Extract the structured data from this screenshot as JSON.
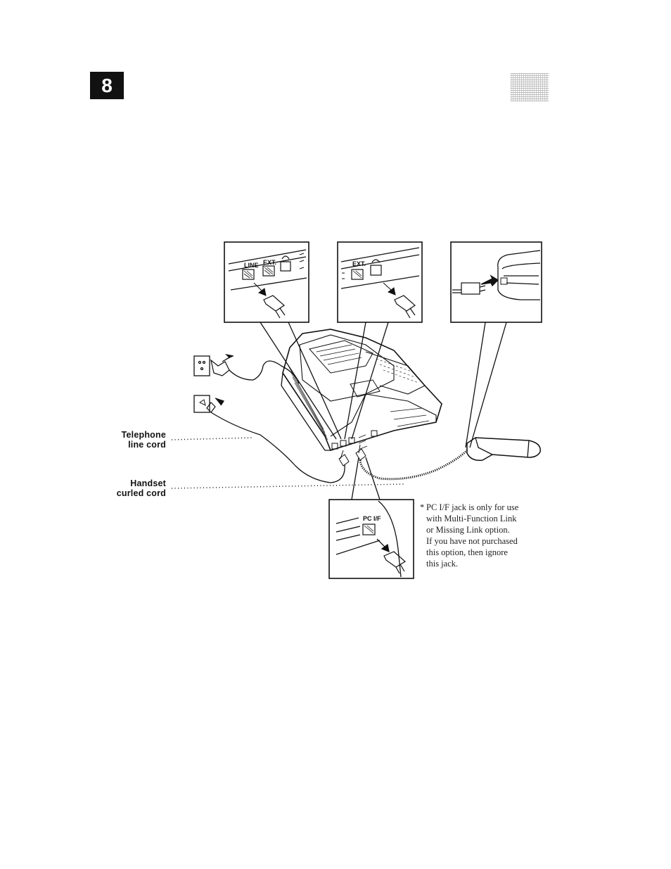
{
  "page": {
    "number": "8"
  },
  "labels": {
    "telephone_line_cord": [
      "Telephone",
      "line cord"
    ],
    "handset_curled_cord": [
      "Handset",
      "curled cord"
    ]
  },
  "jacks": {
    "line": "LINE",
    "ext": "EXT.",
    "pc_if": "PC I/F"
  },
  "note": {
    "marker": "*",
    "lines": [
      "PC I/F jack is only for use",
      "with Multi-Function Link",
      "or Missing Link option.",
      "If you have not purchased",
      "this option, then ignore",
      "this jack."
    ]
  }
}
